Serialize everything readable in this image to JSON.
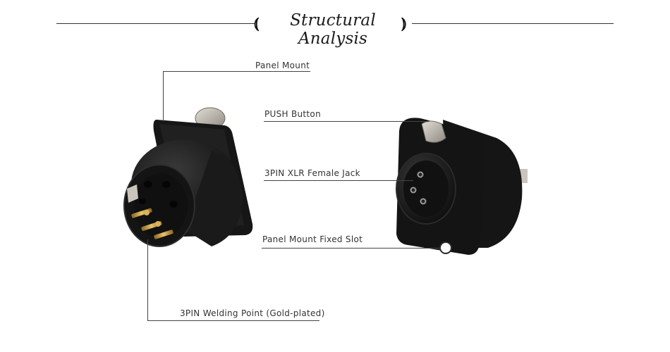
{
  "header": {
    "title": "Structural Analysis"
  },
  "callouts": {
    "panel_mount": "Panel Mount",
    "push_button": "PUSH Button",
    "xlr_jack": "3PIN XLR Female Jack",
    "fixed_slot": "Panel Mount Fixed Slot",
    "welding_point": "3PIN Welding Point (Gold-plated)"
  },
  "colors": {
    "housing": "#1c1c1c",
    "metal": "#b9b4ab",
    "gold": "#c89a3c",
    "line": "#444444"
  }
}
